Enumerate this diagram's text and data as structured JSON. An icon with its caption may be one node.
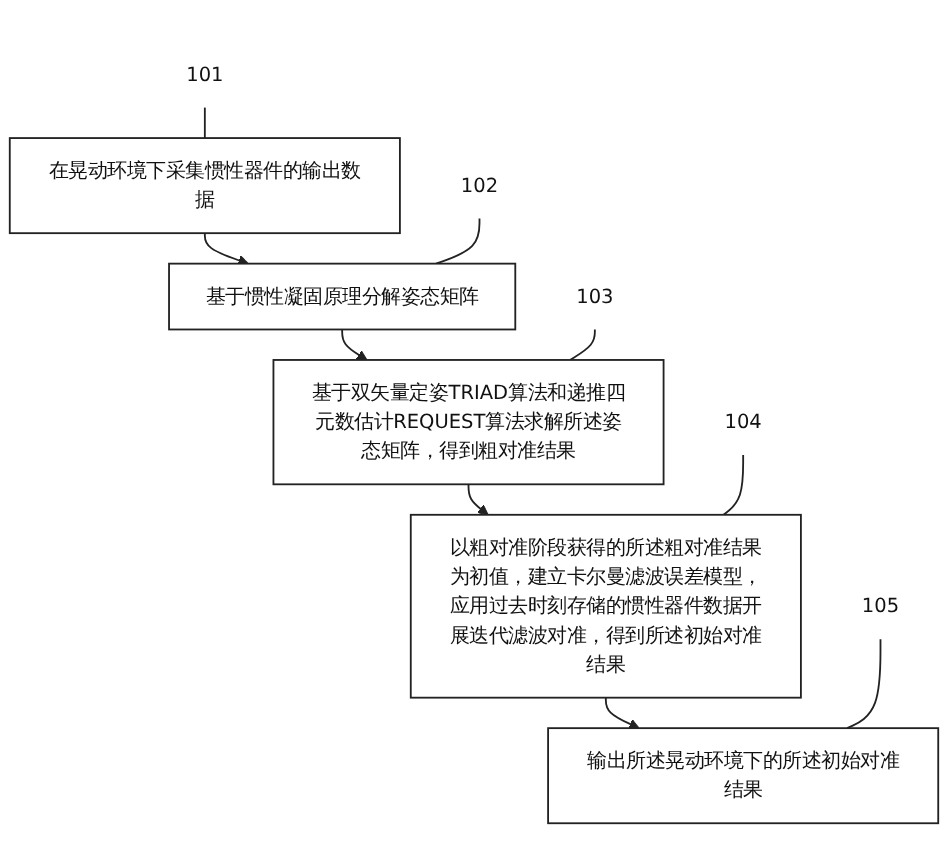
{
  "diagram": {
    "nodes": [
      {
        "text": [
          "101"
        ]
      },
      {
        "text": [
          "在晃动环境下采集惯性器件的输出数据"
        ]
      },
      {
        "text": [
          "102"
        ]
      },
      {
        "text": [
          "基于惯性凝固原理分解姿态矩阵"
        ]
      },
      {
        "text": [
          "103"
        ]
      },
      {
        "text": [
          "基于双矢量定姿TRIAD算法和递推四元数估计REQUEST算法求解所述姿态矩阵，得到粗对准结果"
        ]
      },
      {
        "text": [
          "104"
        ]
      },
      {
        "text": [
          "以粗对准阶段获得的所述粗对准结果为初值，建立卡尔曼滤波误差模型，应用过去时刻存储的惯性器件数据开展迭代滤波对准，得到所述初始对准结果"
        ]
      },
      {
        "text": [
          "105"
        ]
      },
      {
        "text": [
          "输出所述晃动环境下的所述初始对准结果"
        ]
      }
    ],
    "edges": [
      {
        "from": 1,
        "to": 3,
        "arrow": "to"
      },
      {
        "from": 3,
        "to": 5,
        "arrow": "to"
      },
      {
        "from": 5,
        "to": 7,
        "arrow": "to"
      },
      {
        "from": 7,
        "to": 9,
        "arrow": "to"
      },
      {
        "from": 0,
        "to": 1,
        "arrow": "none"
      },
      {
        "from": 2,
        "to": 3,
        "arrow": "none"
      },
      {
        "from": 4,
        "to": 5,
        "arrow": "none"
      },
      {
        "from": 6,
        "to": 7,
        "arrow": "none"
      },
      {
        "from": 8,
        "to": 9,
        "arrow": "none"
      }
    ]
  }
}
